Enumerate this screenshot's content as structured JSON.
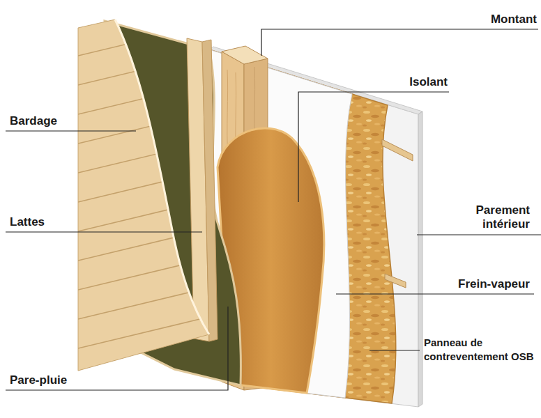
{
  "diagram": {
    "labels": [
      "Montant",
      "Isolant",
      "Bardage",
      "Lattes",
      "Parement intérieur",
      "Frein-vapeur",
      "Panneau de contreventement OSB",
      "Pare-pluie"
    ]
  }
}
